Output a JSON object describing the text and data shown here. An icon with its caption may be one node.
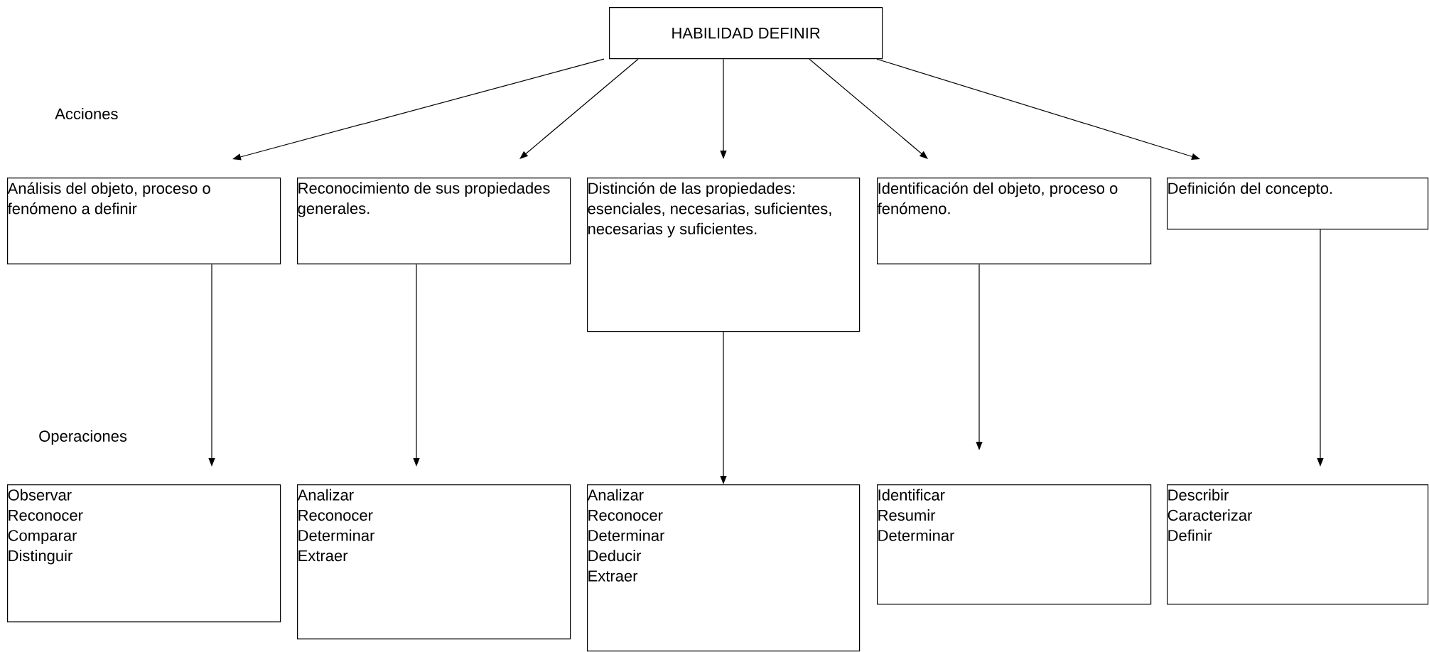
{
  "diagram": {
    "nodes": [
      {
        "text": [
          "HABILIDAD DEFINIR"
        ]
      },
      {
        "text": [
          "Análisis del objeto, proceso o fenómeno a definir"
        ]
      },
      {
        "text": [
          "Reconocimiento de sus propiedades generales."
        ]
      },
      {
        "text": [
          "Distinción de las propiedades: esenciales, necesarias, suficientes, necesarias y suficientes."
        ]
      },
      {
        "text": [
          "Identificación del objeto, proceso o fenómeno."
        ]
      },
      {
        "text": [
          "Definición del concepto."
        ]
      },
      {
        "text": [
          "Observar",
          "Reconocer",
          "Comparar",
          "Distinguir"
        ]
      },
      {
        "text": [
          "Analizar",
          "Reconocer",
          "Determinar",
          "Extraer"
        ]
      },
      {
        "text": [
          "Analizar",
          "Reconocer",
          "Determinar",
          "Deducir",
          "Extraer"
        ]
      },
      {
        "text": [
          "Identificar",
          "Resumir",
          "Determinar"
        ]
      },
      {
        "text": [
          "Describir",
          "Caracterizar",
          "Definir"
        ]
      }
    ],
    "edges": [
      {
        "from": 0,
        "to": 1,
        "arrow": "to"
      },
      {
        "from": 0,
        "to": 2,
        "arrow": "to"
      },
      {
        "from": 0,
        "to": 3,
        "arrow": "to"
      },
      {
        "from": 0,
        "to": 4,
        "arrow": "to"
      },
      {
        "from": 0,
        "to": 5,
        "arrow": "to"
      },
      {
        "from": 1,
        "to": 6,
        "arrow": "to"
      },
      {
        "from": 2,
        "to": 7,
        "arrow": "to"
      },
      {
        "from": 3,
        "to": 8,
        "arrow": "to"
      },
      {
        "from": 4,
        "to": 9,
        "arrow": "to"
      },
      {
        "from": 5,
        "to": 10,
        "arrow": "to"
      }
    ],
    "labels": [
      "Acciones",
      "Operaciones"
    ]
  }
}
